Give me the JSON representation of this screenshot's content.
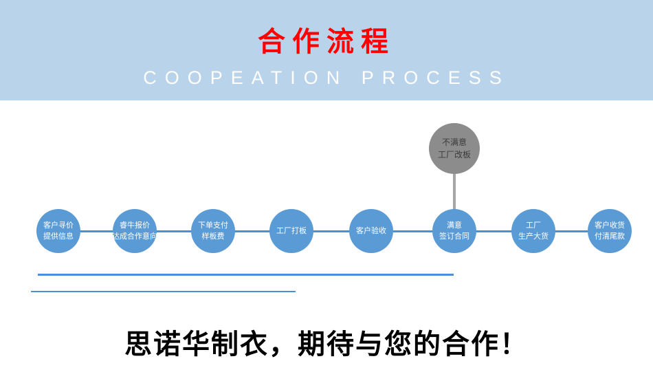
{
  "banner": {
    "title": "合作流程",
    "subtitle": "COOPEATION PROCESS"
  },
  "flow": {
    "alt_node": {
      "line1": "不满意",
      "line2": "工厂改板"
    },
    "nodes": [
      {
        "line1": "客户寻价",
        "line2": "提供信息"
      },
      {
        "line1": "睿牛报价",
        "line2": "达成合作意向"
      },
      {
        "line1": "下单支付",
        "line2": "样板费"
      },
      {
        "line1": "工厂打板",
        "line2": ""
      },
      {
        "line1": "客户验收",
        "line2": ""
      },
      {
        "line1": "满意",
        "line2": "签订合同"
      },
      {
        "line1": "工厂",
        "line2": "生产大货"
      },
      {
        "line1": "客户收货",
        "line2": "付清尾款"
      }
    ]
  },
  "footer": {
    "text": "思诺华制衣，期待与您的合作！"
  },
  "colors": {
    "banner_bg": "#b9d4ea",
    "title_red": "#fe0000",
    "subtitle_white": "#ffffff",
    "node_blue": "#5b9bd5",
    "node_gray": "#8c8c8c",
    "line_blue": "#4a90d9",
    "gray_line": "#a6a6a6",
    "footer_black": "#000000"
  }
}
